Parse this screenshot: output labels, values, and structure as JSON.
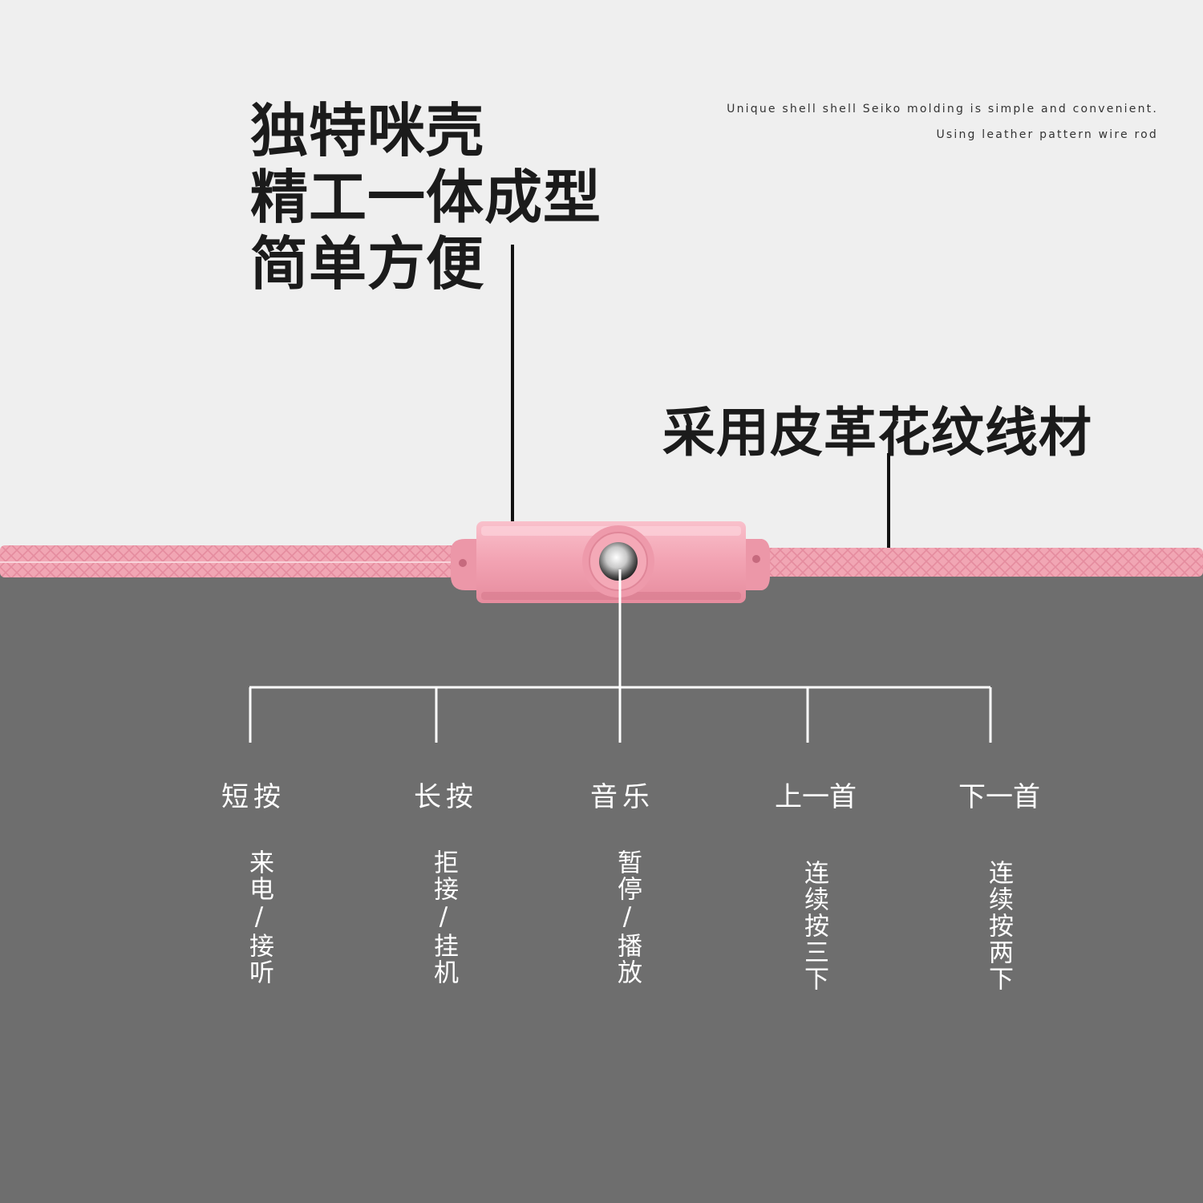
{
  "headline": {
    "line1": "独特咪壳",
    "line2": "精工一体成型",
    "line3": "简单方便"
  },
  "english": {
    "line1": "Unique shell shell Seiko molding is simple and convenient.",
    "line2": "Using leather pattern wire rod"
  },
  "wire_label": "采用皮革花纹线材",
  "functions": [
    {
      "title": "短按",
      "desc": "来电/接听"
    },
    {
      "title": "长按",
      "desc": "拒接/挂机"
    },
    {
      "title": "音乐",
      "desc": "暂停/播放"
    },
    {
      "title": "上一首",
      "desc": "连续按三下"
    },
    {
      "title": "下一首",
      "desc": "连续按两下"
    }
  ],
  "colors": {
    "top_background": "#efefef",
    "bottom_background": "#6e6e6e",
    "cable_pink": "#f0a0b0",
    "controller_pink": "#f2a4b4"
  }
}
